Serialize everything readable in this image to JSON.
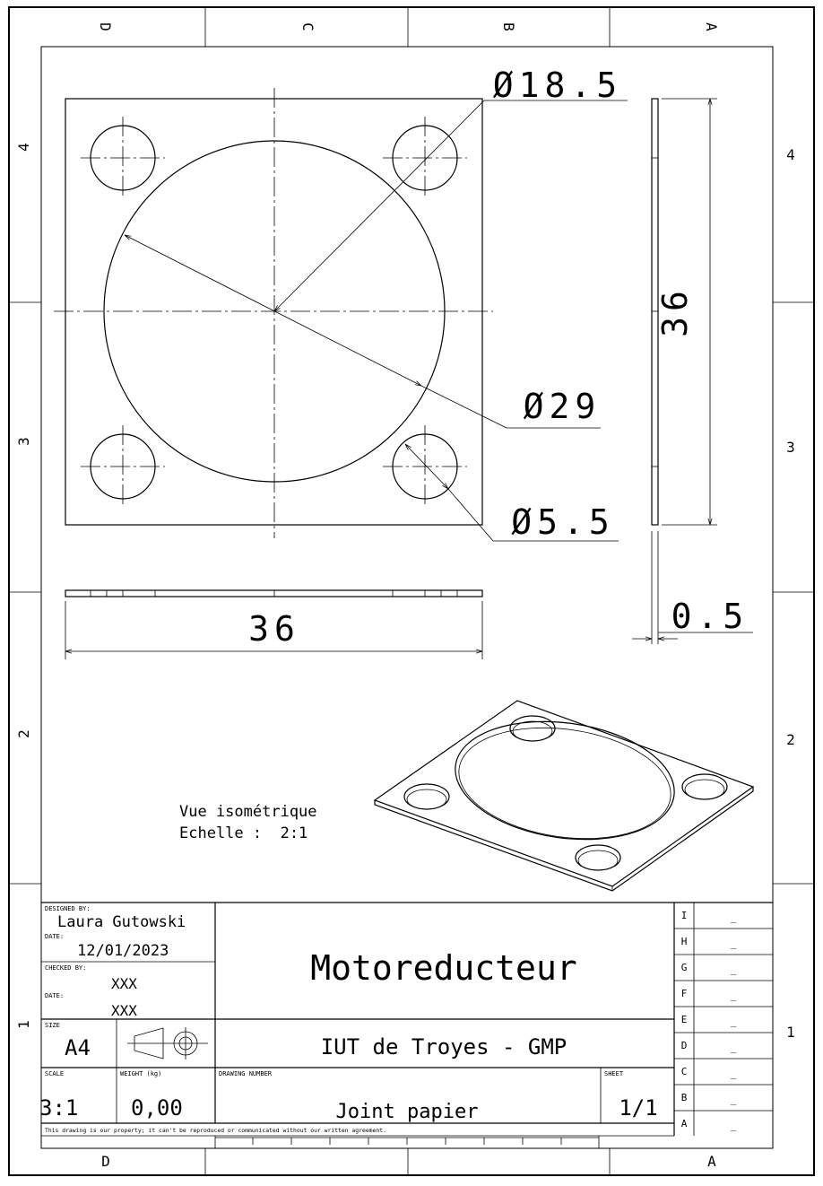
{
  "zones": {
    "columns_top": [
      "D",
      "C",
      "B",
      "A"
    ],
    "columns_bottom": [
      "D",
      "A"
    ],
    "rows": [
      "4",
      "3",
      "2",
      "1"
    ]
  },
  "dimensions": {
    "dia_large": "Ø18.5",
    "dia_mid": "Ø29",
    "dia_hole": "Ø5.5",
    "side_height": "36",
    "front_width": "36",
    "thickness": "0.5"
  },
  "iso_view": {
    "label": "Vue isométrique",
    "scale": "Echelle :  2:1"
  },
  "title_block": {
    "designed_by_label": "DESIGNED BY:",
    "designer": "Laura Gutowski",
    "date_label": "DATE:",
    "date": "12/01/2023",
    "checked_by_label": "CHECKED BY:",
    "checker": "XXX",
    "date2_label": "DATE:",
    "date2": "XXX",
    "size_label": "SIZE",
    "size": "A4",
    "scale_label": "SCALE",
    "scale": "3:1",
    "weight_label": "WEIGHT (kg)",
    "weight": "0,00",
    "drawing_number_label": "DRAWING NUMBER",
    "drawing_number": "Joint papier",
    "sheet_label": "SHEET",
    "sheet": "1/1",
    "title": "Motoreducteur",
    "school": "IUT de Troyes - GMP",
    "notice": "This drawing is our property; it can't be reproduced or communicated without our written agreement.",
    "revisions": [
      {
        "letter": "I",
        "value": "_"
      },
      {
        "letter": "H",
        "value": "_"
      },
      {
        "letter": "G",
        "value": "_"
      },
      {
        "letter": "F",
        "value": "_"
      },
      {
        "letter": "E",
        "value": "_"
      },
      {
        "letter": "D",
        "value": "_"
      },
      {
        "letter": "C",
        "value": "_"
      },
      {
        "letter": "B",
        "value": "_"
      },
      {
        "letter": "A",
        "value": "_"
      }
    ]
  }
}
